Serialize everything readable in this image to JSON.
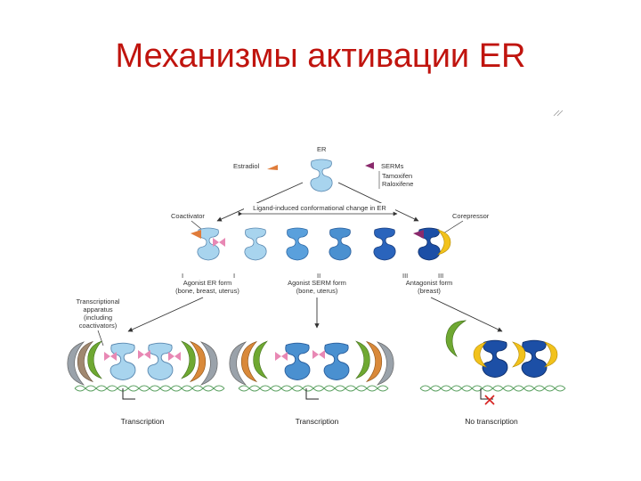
{
  "slide": {
    "title": "Механизмы активации ER"
  },
  "diagram": {
    "er_label": "ER",
    "estradiol": "Estradiol",
    "serms": "SERMs",
    "serm_list": [
      "Tamoxifen",
      "Raloxifene"
    ],
    "ligand_change": "Ligand-induced conformational change in ER",
    "coactivator": "Coactivator",
    "corepressor": "Corepressor",
    "roman": [
      "I",
      "II",
      "III"
    ],
    "forms": [
      {
        "name": "Agonist ER form",
        "detail": "(bone, breast, uterus)"
      },
      {
        "name": "Agonist SERM form",
        "detail": "(bone, uterus)"
      },
      {
        "name": "Antagonist form",
        "detail": "(breast)"
      }
    ],
    "transcriptional_apparatus": [
      "Transcriptional",
      "apparatus",
      "(including",
      "coactivators)"
    ],
    "outcomes": [
      "Transcription",
      "Transcription",
      "No transcription"
    ]
  },
  "colors": {
    "title": "#c0140e",
    "er_light": "#a8d4ee",
    "er_mid": "#4a90d0",
    "er_dark": "#1c4fa6",
    "estradiol_pink": "#e888b4",
    "corepressor_yellow": "#f2c21c",
    "coactivator_green": "#6fa832",
    "coactivator_orange": "#d9893a",
    "coactivator_grey": "#9aa2aa",
    "dna_green": "#5aa060",
    "block_red": "#d6201e"
  }
}
